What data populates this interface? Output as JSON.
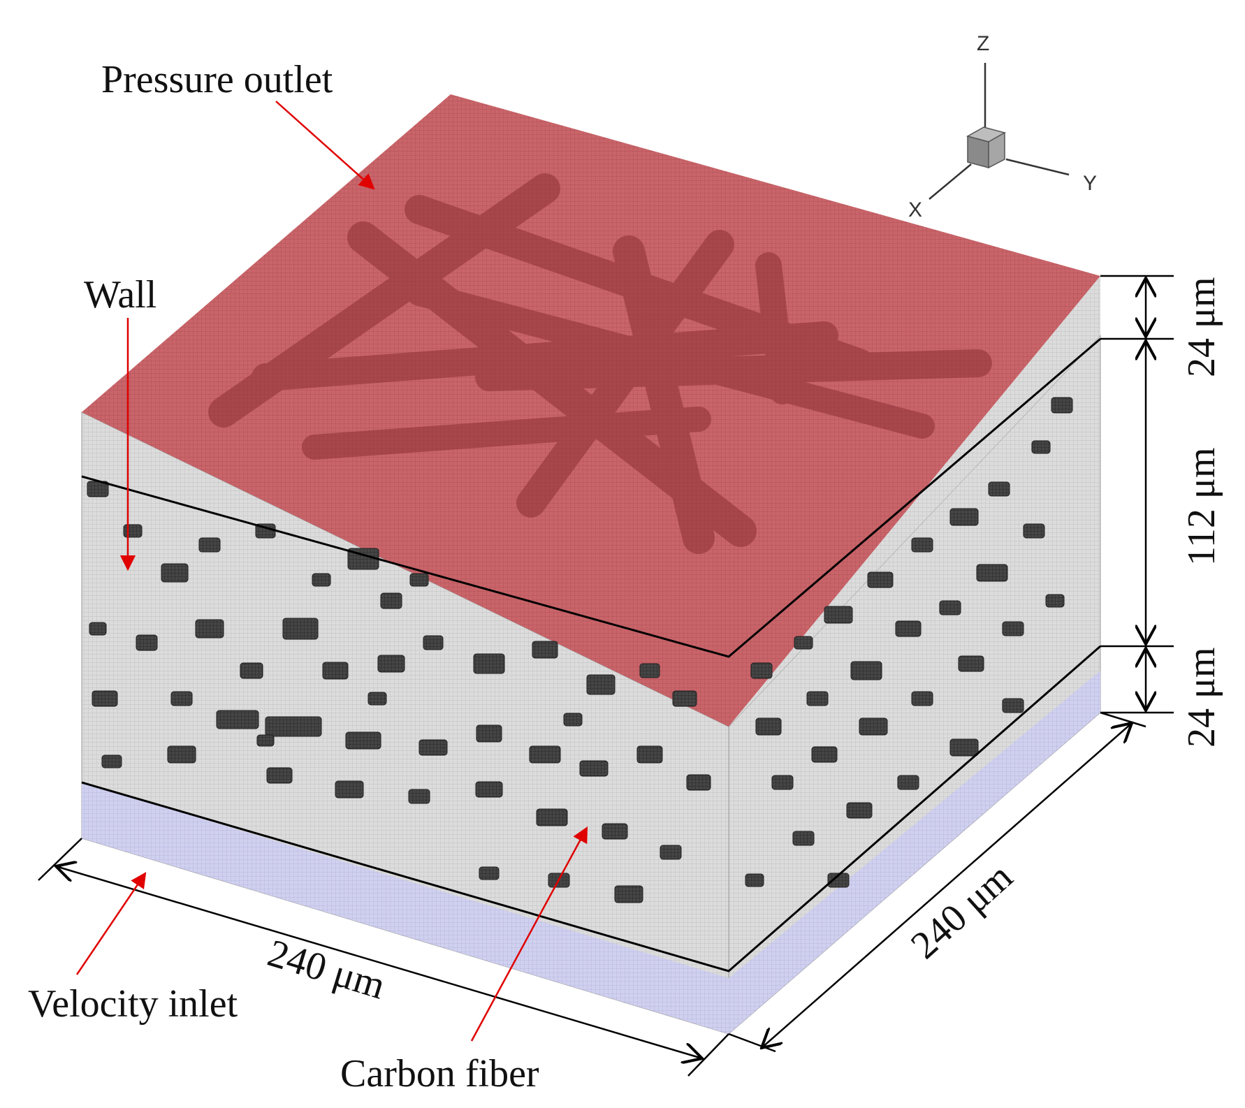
{
  "labels": {
    "pressure_outlet": "Pressure outlet",
    "wall": "Wall",
    "velocity_inlet": "Velocity inlet",
    "carbon_fiber": "Carbon fiber"
  },
  "dimensions": {
    "top_layer": "24 μm",
    "middle_layer": "112 μm",
    "bottom_layer": "24 μm",
    "front_width": "240 μm",
    "side_depth": "240 μm"
  },
  "axes": {
    "x": "X",
    "y": "Y",
    "z": "Z"
  },
  "colors": {
    "outlet": "#c0575d",
    "inlet": "#c9c9ec",
    "wall": "#d6d6d6",
    "fiber": "#3a3a3a",
    "annotation": "#e00000"
  }
}
